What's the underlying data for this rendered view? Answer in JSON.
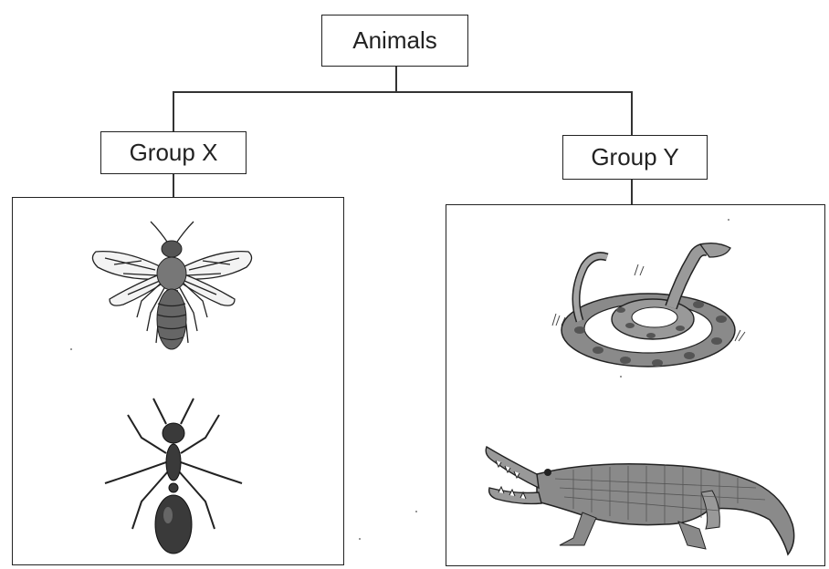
{
  "root": {
    "label": "Animals"
  },
  "groups": [
    {
      "label": "Group X",
      "animals": [
        "bee-icon",
        "ant-icon"
      ]
    },
    {
      "label": "Group Y",
      "animals": [
        "snake-icon",
        "crocodile-icon"
      ]
    }
  ],
  "colors": {
    "line": "#333333",
    "ink": "#222222",
    "body_dark": "#3a3a3a",
    "scales": "#555555"
  }
}
